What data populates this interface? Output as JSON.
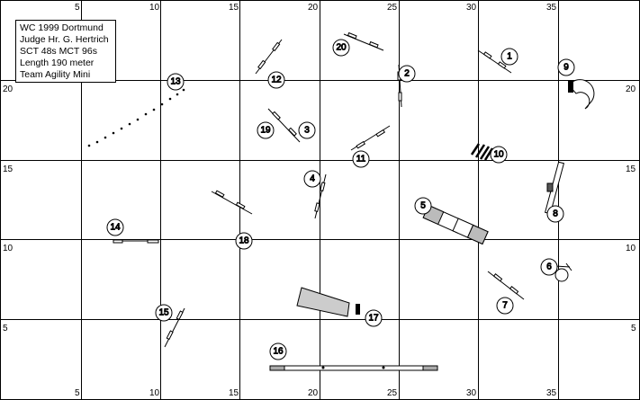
{
  "info": {
    "event": "WC 1999 Dortmund",
    "judge": "Judge Hr. G. Hertrich",
    "times": "SCT 48s MCT 96s",
    "length": "Length 190 meter",
    "class": "Team Agility Mini"
  },
  "grid": {
    "top_labels": [
      "5",
      "10",
      "15",
      "20",
      "25",
      "30",
      "35"
    ],
    "bottom_labels": [
      "5",
      "10",
      "15",
      "20",
      "25",
      "30",
      "35"
    ],
    "left_labels": [
      "20",
      "15",
      "10",
      "5"
    ],
    "right_labels": [
      "20",
      "15",
      "10",
      "5"
    ]
  },
  "obstacles": [
    "1",
    "2",
    "3",
    "4",
    "5",
    "6",
    "7",
    "8",
    "9",
    "10",
    "11",
    "12",
    "13",
    "14",
    "15",
    "16",
    "17",
    "18",
    "19",
    "20"
  ]
}
